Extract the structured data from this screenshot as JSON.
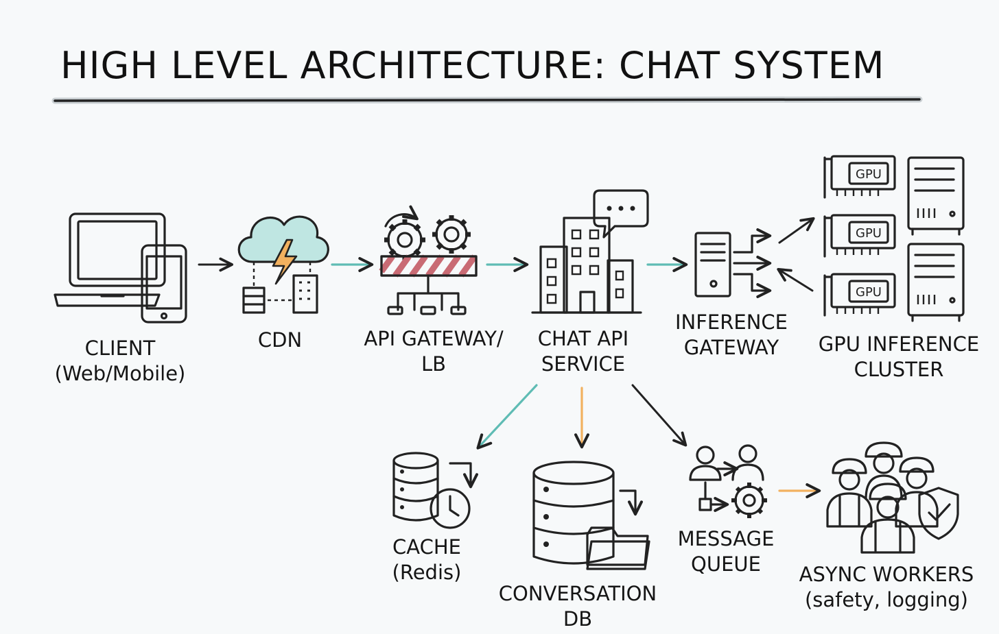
{
  "title": "HIGH LEVEL ARCHITECTURE: CHAT SYSTEM",
  "colors": {
    "teal": "#5fbcb4",
    "orange": "#f2b15f",
    "red": "#a8555f",
    "ink": "#222222",
    "background": "#f7f9fa"
  },
  "nodes": {
    "client": {
      "line1": "CLIENT",
      "line2": "(Web/Mobile)",
      "icon": "laptop-phone-icon"
    },
    "cdn": {
      "line1": "CDN",
      "icon": "cloud-lightning-icon"
    },
    "api_gateway": {
      "line1": "API GATEWAY/",
      "line2": "LB",
      "icon": "gears-barrier-icon"
    },
    "chat_api": {
      "line1": "CHAT API",
      "line2": "SERVICE",
      "icon": "building-chat-icon"
    },
    "inference_gateway": {
      "line1": "INFERENCE",
      "line2": "GATEWAY",
      "icon": "server-router-icon"
    },
    "gpu_cluster": {
      "line1": "GPU INFERENCE",
      "line2": "CLUSTER",
      "icon": "gpu-rack-icon",
      "gpu_label": "GPU"
    },
    "cache": {
      "line1": "CACHE",
      "line2": "(Redis)",
      "icon": "database-clock-icon"
    },
    "conversation_db": {
      "line1": "CONVERSATION",
      "line2": "DB",
      "icon": "database-folder-icon"
    },
    "message_queue": {
      "line1": "MESSAGE",
      "line2": "QUEUE",
      "icon": "users-gear-icon"
    },
    "async_workers": {
      "line1": "ASYNC WORKERS",
      "line2": "(safety, logging)",
      "icon": "workers-shield-icon"
    }
  }
}
